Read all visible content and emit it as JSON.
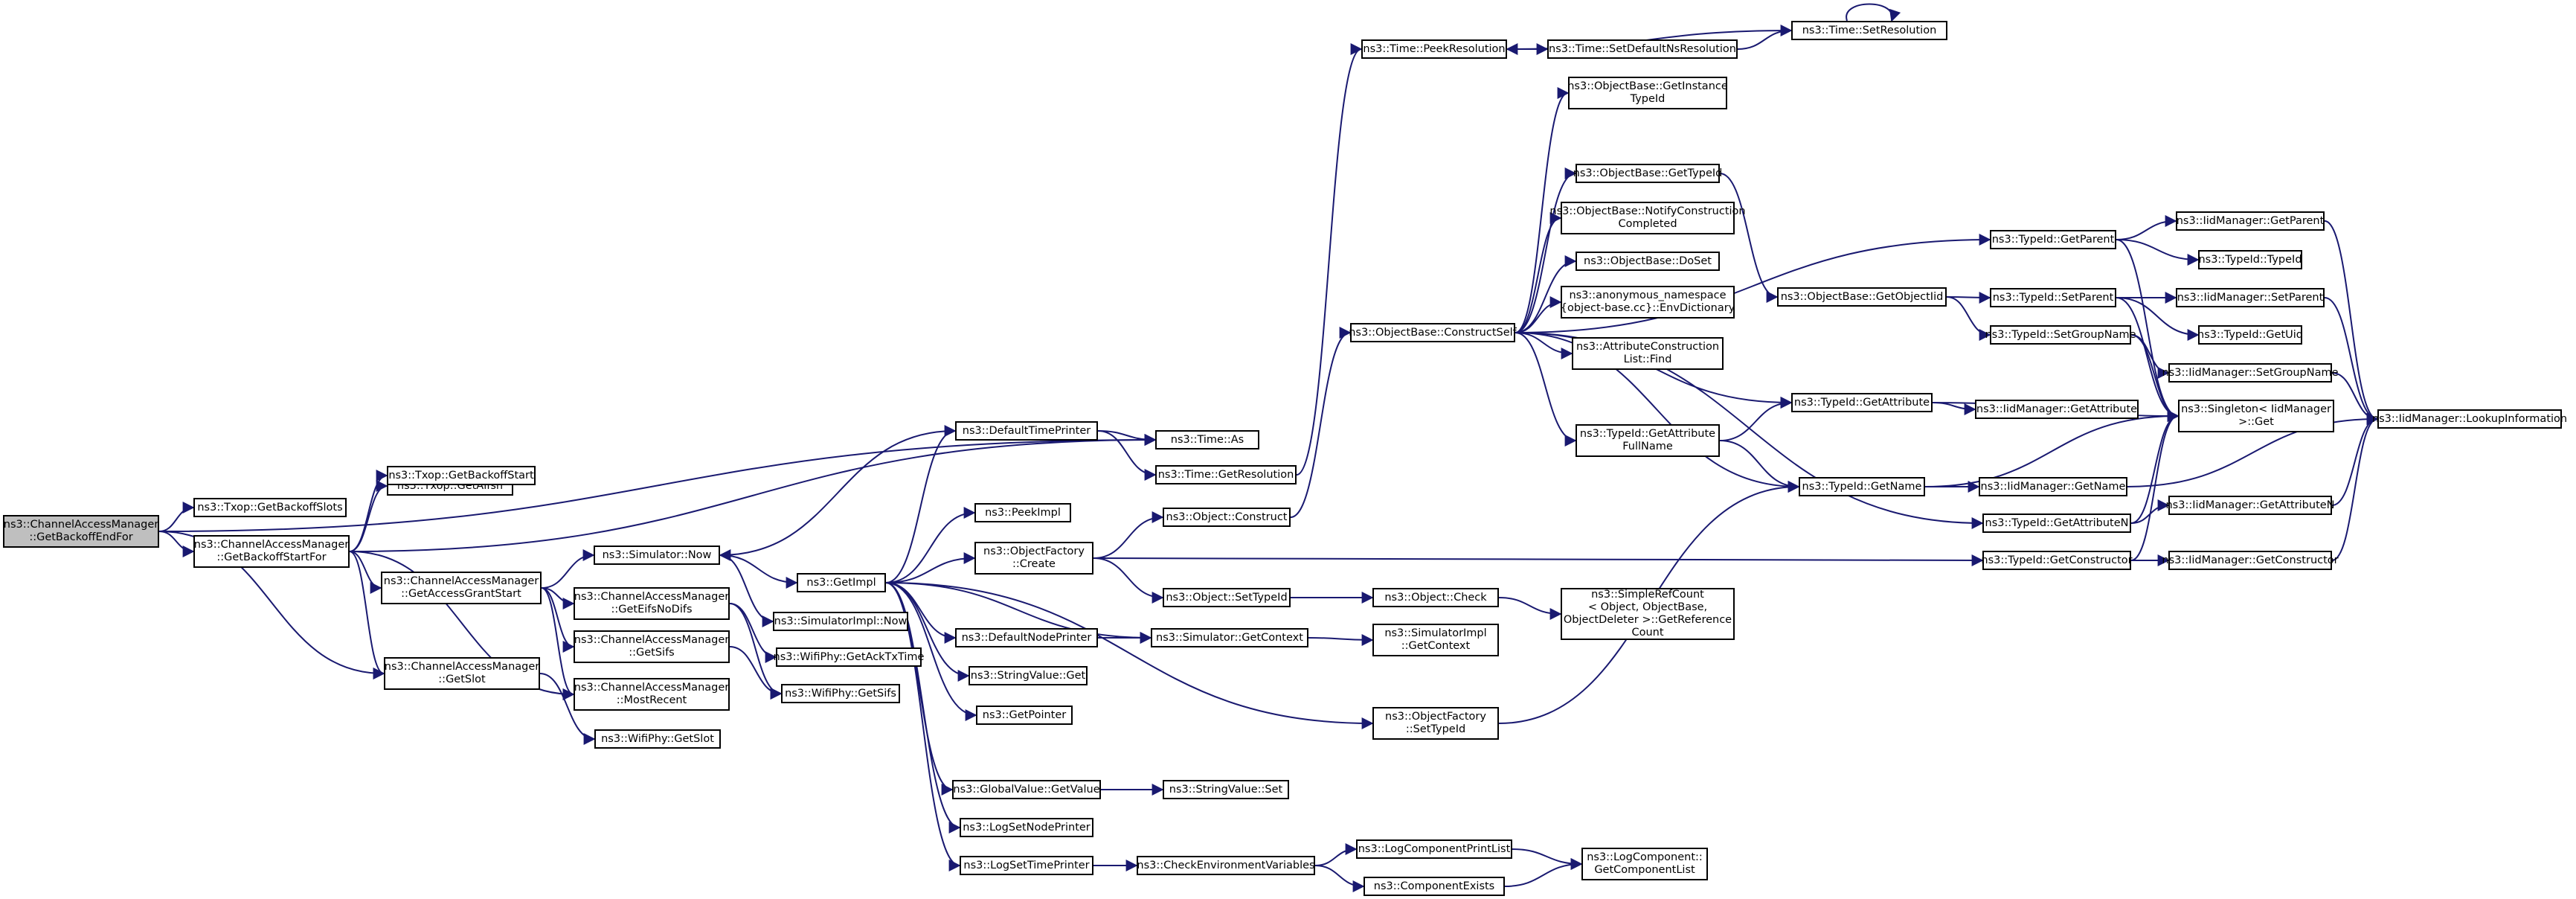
{
  "nodes": [
    {
      "id": "root",
      "lines": [
        "ns3::ChannelAccessManager",
        "::GetBackoffEndFor"
      ],
      "root": true
    },
    {
      "id": "txopGetBackoffSlots",
      "lines": [
        "ns3::Txop::GetBackoffSlots"
      ]
    },
    {
      "id": "camGetBackoffStartFor",
      "lines": [
        "ns3::ChannelAccessManager",
        "::GetBackoffStartFor"
      ]
    },
    {
      "id": "txopGetAifsn",
      "lines": [
        "ns3::Txop::GetAifsn"
      ]
    },
    {
      "id": "txopGetBackoffStart",
      "lines": [
        "ns3::Txop::GetBackoffStart"
      ]
    },
    {
      "id": "camGetAccessGrantStart",
      "lines": [
        "ns3::ChannelAccessManager",
        "::GetAccessGrantStart"
      ]
    },
    {
      "id": "camGetSlot",
      "lines": [
        "ns3::ChannelAccessManager",
        "::GetSlot"
      ]
    },
    {
      "id": "simNow",
      "lines": [
        "ns3::Simulator::Now"
      ]
    },
    {
      "id": "camGetEifsNoDifs",
      "lines": [
        "ns3::ChannelAccessManager",
        "::GetEifsNoDifs"
      ]
    },
    {
      "id": "camGetSifs",
      "lines": [
        "ns3::ChannelAccessManager",
        "::GetSifs"
      ]
    },
    {
      "id": "camMostRecent",
      "lines": [
        "ns3::ChannelAccessManager",
        "::MostRecent"
      ]
    },
    {
      "id": "wifiPhyGetSlot",
      "lines": [
        "ns3::WifiPhy::GetSlot"
      ]
    },
    {
      "id": "getImpl",
      "lines": [
        "ns3::GetImpl"
      ]
    },
    {
      "id": "simImplNow",
      "lines": [
        "ns3::SimulatorImpl::Now"
      ]
    },
    {
      "id": "wifiPhyGetAckTxTime",
      "lines": [
        "ns3::WifiPhy::GetAckTxTime"
      ]
    },
    {
      "id": "wifiPhyGetSifs",
      "lines": [
        "ns3::WifiPhy::GetSifs"
      ]
    },
    {
      "id": "defaultTimePrinter",
      "lines": [
        "ns3::DefaultTimePrinter"
      ]
    },
    {
      "id": "peekImpl",
      "lines": [
        "ns3::PeekImpl"
      ]
    },
    {
      "id": "objectFactoryCreate",
      "lines": [
        "ns3::ObjectFactory",
        "::Create"
      ]
    },
    {
      "id": "defaultNodePrinter",
      "lines": [
        "ns3::DefaultNodePrinter"
      ]
    },
    {
      "id": "stringValueGet",
      "lines": [
        "ns3::StringValue::Get"
      ]
    },
    {
      "id": "getPointer",
      "lines": [
        "ns3::GetPointer"
      ]
    },
    {
      "id": "globalValueGetValue",
      "lines": [
        "ns3::GlobalValue::GetValue"
      ]
    },
    {
      "id": "logSetNodePrinter",
      "lines": [
        "ns3::LogSetNodePrinter"
      ]
    },
    {
      "id": "logSetTimePrinter",
      "lines": [
        "ns3::LogSetTimePrinter"
      ]
    },
    {
      "id": "timeAs",
      "lines": [
        "ns3::Time::As"
      ]
    },
    {
      "id": "timeGetResolution",
      "lines": [
        "ns3::Time::GetResolution"
      ]
    },
    {
      "id": "objectConstruct",
      "lines": [
        "ns3::Object::Construct"
      ]
    },
    {
      "id": "objectSetTypeId",
      "lines": [
        "ns3::Object::SetTypeId"
      ]
    },
    {
      "id": "simGetContext",
      "lines": [
        "ns3::Simulator::GetContext"
      ]
    },
    {
      "id": "stringValueSet",
      "lines": [
        "ns3::StringValue::Set"
      ]
    },
    {
      "id": "checkEnvVars",
      "lines": [
        "ns3::CheckEnvironmentVariables"
      ]
    },
    {
      "id": "timePeekResolution",
      "lines": [
        "ns3::Time::PeekResolution"
      ]
    },
    {
      "id": "timeSetDefaultNsResolution",
      "lines": [
        "ns3::Time::SetDefaultNsResolution"
      ]
    },
    {
      "id": "timeSetResolution",
      "lines": [
        "ns3::Time::SetResolution"
      ]
    },
    {
      "id": "objectBaseConstructSelf",
      "lines": [
        "ns3::ObjectBase::ConstructSelf"
      ]
    },
    {
      "id": "objectCheck",
      "lines": [
        "ns3::Object::Check"
      ]
    },
    {
      "id": "simImplGetContext",
      "lines": [
        "ns3::SimulatorImpl",
        "::GetContext"
      ]
    },
    {
      "id": "objectFactorySetTypeId",
      "lines": [
        "ns3::ObjectFactory",
        "::SetTypeId"
      ]
    },
    {
      "id": "logComponentPrintList",
      "lines": [
        "ns3::LogComponentPrintList"
      ]
    },
    {
      "id": "componentExists",
      "lines": [
        "ns3::ComponentExists"
      ]
    },
    {
      "id": "logComponentGetComponentList",
      "lines": [
        "ns3::LogComponent::",
        "GetComponentList"
      ]
    },
    {
      "id": "objectBaseGetInstanceTypeId",
      "lines": [
        "ns3::ObjectBase::GetInstance",
        "TypeId"
      ]
    },
    {
      "id": "objectBaseGetTypeId",
      "lines": [
        "ns3::ObjectBase::GetTypeId"
      ]
    },
    {
      "id": "objectBaseNotifyConstructionCompleted",
      "lines": [
        "ns3::ObjectBase::NotifyConstruction",
        "Completed"
      ]
    },
    {
      "id": "objectBaseDoSet",
      "lines": [
        "ns3::ObjectBase::DoSet"
      ]
    },
    {
      "id": "anonEnvDictionary",
      "lines": [
        "ns3::anonymous_namespace",
        "{object-base.cc}::EnvDictionary"
      ]
    },
    {
      "id": "attributeConstructionListFind",
      "lines": [
        "ns3::AttributeConstruction",
        "List::Find"
      ]
    },
    {
      "id": "typeIdGetAttributeFullName",
      "lines": [
        "ns3::TypeId::GetAttribute",
        "FullName"
      ]
    },
    {
      "id": "simpleRefCount",
      "lines": [
        "ns3::SimpleRefCount",
        "< Object, ObjectBase,",
        "ObjectDeleter >::GetReference",
        "Count"
      ]
    },
    {
      "id": "objectBaseGetObjectIid",
      "lines": [
        "ns3::ObjectBase::GetObjectIid"
      ]
    },
    {
      "id": "typeIdGetAttribute",
      "lines": [
        "ns3::TypeId::GetAttribute"
      ]
    },
    {
      "id": "typeIdGetName",
      "lines": [
        "ns3::TypeId::GetName"
      ]
    },
    {
      "id": "typeIdGetParent",
      "lines": [
        "ns3::TypeId::GetParent"
      ]
    },
    {
      "id": "typeIdSetParent",
      "lines": [
        "ns3::TypeId::SetParent"
      ]
    },
    {
      "id": "typeIdSetGroupName",
      "lines": [
        "ns3::TypeId::SetGroupName"
      ]
    },
    {
      "id": "typeIdGetAttributeN",
      "lines": [
        "ns3::TypeId::GetAttributeN"
      ]
    },
    {
      "id": "typeIdGetConstructor",
      "lines": [
        "ns3::TypeId::GetConstructor"
      ]
    },
    {
      "id": "iidManagerGetAttribute",
      "lines": [
        "ns3::IidManager::GetAttribute"
      ]
    },
    {
      "id": "iidManagerGetName",
      "lines": [
        "ns3::IidManager::GetName"
      ]
    },
    {
      "id": "iidManagerGetParent",
      "lines": [
        "ns3::IidManager::GetParent"
      ]
    },
    {
      "id": "typeIdTypeId",
      "lines": [
        "ns3::TypeId::TypeId"
      ]
    },
    {
      "id": "iidManagerSetParent",
      "lines": [
        "ns3::IidManager::SetParent"
      ]
    },
    {
      "id": "typeIdGetUid",
      "lines": [
        "ns3::TypeId::GetUid"
      ]
    },
    {
      "id": "iidManagerSetGroupName",
      "lines": [
        "ns3::IidManager::SetGroupName"
      ]
    },
    {
      "id": "singletonGet",
      "lines": [
        "ns3::Singleton< IidManager",
        "  >::Get"
      ]
    },
    {
      "id": "iidManagerGetAttributeN",
      "lines": [
        "ns3::IidManager::GetAttributeN"
      ]
    },
    {
      "id": "iidManagerGetConstructor",
      "lines": [
        "ns3::IidManager::GetConstructor"
      ]
    },
    {
      "id": "iidManagerLookupInformation",
      "lines": [
        "ns3::IidManager::LookupInformation"
      ]
    }
  ],
  "edges": [
    [
      "root",
      "txopGetBackoffSlots"
    ],
    [
      "root",
      "camGetBackoffStartFor"
    ],
    [
      "root",
      "timeAs"
    ],
    [
      "root",
      "camGetSlot"
    ],
    [
      "camGetBackoffStartFor",
      "txopGetAifsn"
    ],
    [
      "camGetBackoffStartFor",
      "txopGetBackoffStart"
    ],
    [
      "camGetBackoffStartFor",
      "camGetAccessGrantStart"
    ],
    [
      "camGetBackoffStartFor",
      "camGetSlot"
    ],
    [
      "camGetBackoffStartFor",
      "camMostRecent"
    ],
    [
      "camGetBackoffStartFor",
      "timeAs"
    ],
    [
      "camGetAccessGrantStart",
      "simNow"
    ],
    [
      "camGetAccessGrantStart",
      "camGetEifsNoDifs"
    ],
    [
      "camGetAccessGrantStart",
      "camGetSifs"
    ],
    [
      "camGetAccessGrantStart",
      "camMostRecent"
    ],
    [
      "camGetSlot",
      "wifiPhyGetSlot"
    ],
    [
      "simNow",
      "getImpl"
    ],
    [
      "simNow",
      "simImplNow"
    ],
    [
      "camGetEifsNoDifs",
      "wifiPhyGetAckTxTime"
    ],
    [
      "camGetEifsNoDifs",
      "wifiPhyGetSifs"
    ],
    [
      "camGetSifs",
      "wifiPhyGetSifs"
    ],
    [
      "getImpl",
      "defaultTimePrinter"
    ],
    [
      "getImpl",
      "peekImpl"
    ],
    [
      "getImpl",
      "objectFactoryCreate"
    ],
    [
      "getImpl",
      "defaultNodePrinter"
    ],
    [
      "getImpl",
      "stringValueGet"
    ],
    [
      "getImpl",
      "getPointer"
    ],
    [
      "getImpl",
      "globalValueGetValue"
    ],
    [
      "getImpl",
      "logSetNodePrinter"
    ],
    [
      "getImpl",
      "logSetTimePrinter"
    ],
    [
      "getImpl",
      "simGetContext"
    ],
    [
      "getImpl",
      "objectFactorySetTypeId"
    ],
    [
      "defaultTimePrinter",
      "timeAs"
    ],
    [
      "defaultTimePrinter",
      "timeGetResolution"
    ],
    [
      "defaultTimePrinter",
      "simNow"
    ],
    [
      "objectFactoryCreate",
      "objectConstruct"
    ],
    [
      "objectFactoryCreate",
      "objectSetTypeId"
    ],
    [
      "objectFactoryCreate",
      "typeIdGetConstructor"
    ],
    [
      "defaultNodePrinter",
      "simGetContext"
    ],
    [
      "globalValueGetValue",
      "stringValueSet"
    ],
    [
      "logSetTimePrinter",
      "checkEnvVars"
    ],
    [
      "timeGetResolution",
      "timePeekResolution"
    ],
    [
      "objectConstruct",
      "objectBaseConstructSelf"
    ],
    [
      "objectSetTypeId",
      "objectCheck"
    ],
    [
      "simGetContext",
      "simImplGetContext"
    ],
    [
      "checkEnvVars",
      "logComponentPrintList"
    ],
    [
      "checkEnvVars",
      "componentExists"
    ],
    [
      "logComponentPrintList",
      "logComponentGetComponentList"
    ],
    [
      "componentExists",
      "logComponentGetComponentList"
    ],
    [
      "timePeekResolution",
      "timeSetDefaultNsResolution"
    ],
    [
      "timeSetDefaultNsResolution",
      "timeSetResolution"
    ],
    [
      "timeSetResolution",
      "timePeekResolution"
    ],
    [
      "timeSetResolution",
      "timeSetResolution"
    ],
    [
      "objectBaseConstructSelf",
      "objectBaseGetInstanceTypeId"
    ],
    [
      "objectBaseConstructSelf",
      "objectBaseGetTypeId"
    ],
    [
      "objectBaseConstructSelf",
      "objectBaseNotifyConstructionCompleted"
    ],
    [
      "objectBaseConstructSelf",
      "objectBaseDoSet"
    ],
    [
      "objectBaseConstructSelf",
      "anonEnvDictionary"
    ],
    [
      "objectBaseConstructSelf",
      "attributeConstructionListFind"
    ],
    [
      "objectBaseConstructSelf",
      "typeIdGetAttributeFullName"
    ],
    [
      "objectBaseConstructSelf",
      "typeIdGetParent"
    ],
    [
      "objectBaseConstructSelf",
      "typeIdGetAttribute"
    ],
    [
      "objectBaseConstructSelf",
      "typeIdGetName"
    ],
    [
      "objectBaseConstructSelf",
      "typeIdGetAttributeN"
    ],
    [
      "objectCheck",
      "simpleRefCount"
    ],
    [
      "objectFactorySetTypeId",
      "typeIdGetName"
    ],
    [
      "objectBaseGetTypeId",
      "objectBaseGetObjectIid"
    ],
    [
      "objectBaseGetObjectIid",
      "typeIdSetParent"
    ],
    [
      "objectBaseGetObjectIid",
      "typeIdSetGroupName"
    ],
    [
      "typeIdGetAttributeFullName",
      "typeIdGetAttribute"
    ],
    [
      "typeIdGetAttributeFullName",
      "typeIdGetName"
    ],
    [
      "typeIdGetAttribute",
      "iidManagerGetAttribute"
    ],
    [
      "typeIdGetAttribute",
      "singletonGet"
    ],
    [
      "typeIdGetName",
      "iidManagerGetName"
    ],
    [
      "typeIdGetName",
      "singletonGet"
    ],
    [
      "typeIdGetParent",
      "iidManagerGetParent"
    ],
    [
      "typeIdGetParent",
      "typeIdTypeId"
    ],
    [
      "typeIdGetParent",
      "singletonGet"
    ],
    [
      "typeIdSetParent",
      "iidManagerSetParent"
    ],
    [
      "typeIdSetParent",
      "typeIdGetUid"
    ],
    [
      "typeIdSetParent",
      "singletonGet"
    ],
    [
      "typeIdSetGroupName",
      "iidManagerSetGroupName"
    ],
    [
      "typeIdSetGroupName",
      "singletonGet"
    ],
    [
      "typeIdGetAttributeN",
      "iidManagerGetAttributeN"
    ],
    [
      "typeIdGetAttributeN",
      "singletonGet"
    ],
    [
      "typeIdGetConstructor",
      "iidManagerGetConstructor"
    ],
    [
      "typeIdGetConstructor",
      "singletonGet"
    ],
    [
      "iidManagerGetParent",
      "iidManagerLookupInformation"
    ],
    [
      "iidManagerSetParent",
      "iidManagerLookupInformation"
    ],
    [
      "iidManagerSetGroupName",
      "iidManagerLookupInformation"
    ],
    [
      "iidManagerGetName",
      "iidManagerLookupInformation"
    ],
    [
      "iidManagerGetAttributeN",
      "iidManagerLookupInformation"
    ],
    [
      "iidManagerGetConstructor",
      "iidManagerLookupInformation"
    ]
  ]
}
